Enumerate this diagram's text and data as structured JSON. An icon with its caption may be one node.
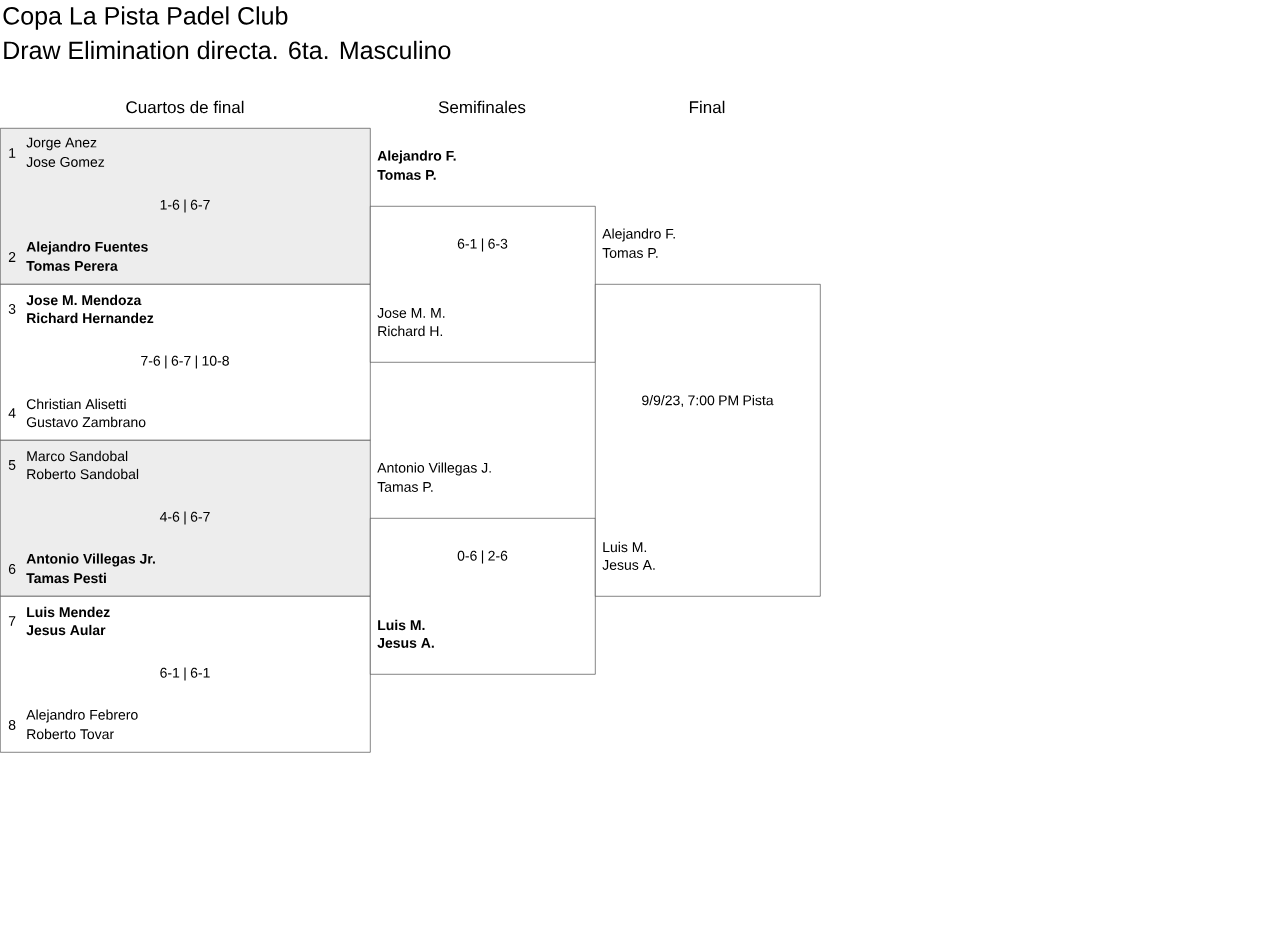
{
  "diagram": {
    "title": "Copa La Pista Padel Club",
    "nodes": [
      {
        "text": [
          "1",
          "Jorge Anez",
          "Jose Gomez",
          "1-6 | 6-7",
          "2",
          "Alejandro Fuentes",
          "Tomas Perera"
        ]
      },
      {
        "text": [
          "3",
          "Jose M. Mendoza",
          "Richard Hernandez",
          "7-6 | 6-7 | 10-8",
          "4",
          "Christian Alisetti",
          "Gustavo Zambrano"
        ]
      },
      {
        "text": [
          "5",
          "Marco Sandobal",
          "Roberto Sandobal",
          "4-6 | 6-7",
          "6",
          "Antonio Villegas Jr.",
          "Tamas Pesti"
        ]
      },
      {
        "text": [
          "7",
          "Luis Mendez",
          "Jesus Aular",
          "6-1 | 6-1",
          "8",
          "Alejandro Febrero",
          "Roberto Tovar"
        ]
      },
      {
        "text": [
          "Alejandro F.",
          "Tomas P.",
          "6-1 | 6-3",
          "Jose M. M.",
          "Richard H."
        ]
      },
      {
        "text": [
          "Antonio Villegas J.",
          "Tamas P.",
          "0-6 | 2-6",
          "Luis M.",
          "Jesus A."
        ]
      },
      {
        "text": [
          "Alejandro F.",
          "Tomas P.",
          "9/9/23, 7:00 PM Pista",
          "Luis M.",
          "Jesus A."
        ]
      }
    ],
    "labels": [
      "Draw Elimination directa. 6ta. Masculino",
      "Cuartos de final",
      "Semifinales",
      "Final"
    ]
  }
}
